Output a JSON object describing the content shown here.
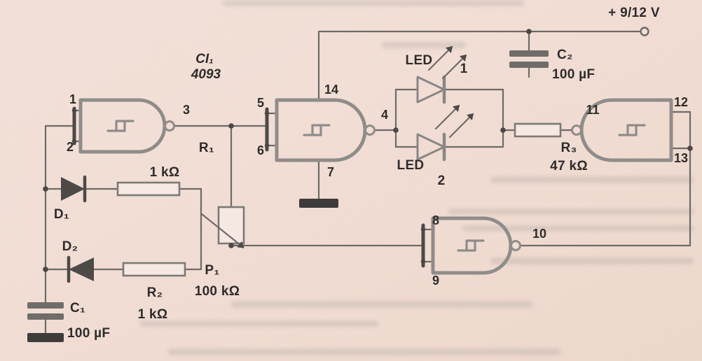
{
  "document": {
    "kind": "scanned electronic schematic",
    "description": "Astable oscillator / LED flasher built with a 4093 quad NAND Schmitt-trigger IC"
  },
  "colors": {
    "background": "#f2ded5",
    "wire": "#6e6b68",
    "gate_outline": "#8f8c89",
    "component_dark": "#4d4a48",
    "text": "#2e2c2b"
  },
  "power": {
    "label": "+ 9/12 V"
  },
  "ic": {
    "name": "CI₁",
    "part": "4093"
  },
  "gates": {
    "gate1": {
      "pins": {
        "in_a": "1",
        "in_b": "2",
        "out": "3"
      }
    },
    "gate2": {
      "pins": {
        "in_a": "5",
        "in_b": "6",
        "out": "4",
        "vcc": "14",
        "gnd": "7"
      }
    },
    "gate3": {
      "pins": {
        "in_a": "12",
        "in_b": "13",
        "out": "11"
      }
    },
    "gate4": {
      "pins": {
        "in_a": "8",
        "in_b": "9",
        "out": "10"
      }
    }
  },
  "components": {
    "c1": {
      "name": "C₁",
      "value": "100 µF",
      "type": "electrolytic-capacitor"
    },
    "c2": {
      "name": "C₂",
      "value": "100 µF",
      "type": "electrolytic-capacitor"
    },
    "r1": {
      "name": "R₁",
      "value": "1 kΩ",
      "type": "resistor"
    },
    "r2": {
      "name": "R₂",
      "value": "1 kΩ",
      "type": "resistor"
    },
    "r3": {
      "name": "R₃",
      "value": "47 kΩ",
      "type": "resistor"
    },
    "p1": {
      "name": "P₁",
      "value": "100 kΩ",
      "type": "potentiometer"
    },
    "d1": {
      "name": "D₁",
      "type": "diode"
    },
    "d2": {
      "name": "D₂",
      "type": "diode"
    },
    "led1": {
      "name": "LED",
      "number": "1",
      "type": "led"
    },
    "led2": {
      "name": "LED",
      "number": "2",
      "type": "led"
    }
  }
}
